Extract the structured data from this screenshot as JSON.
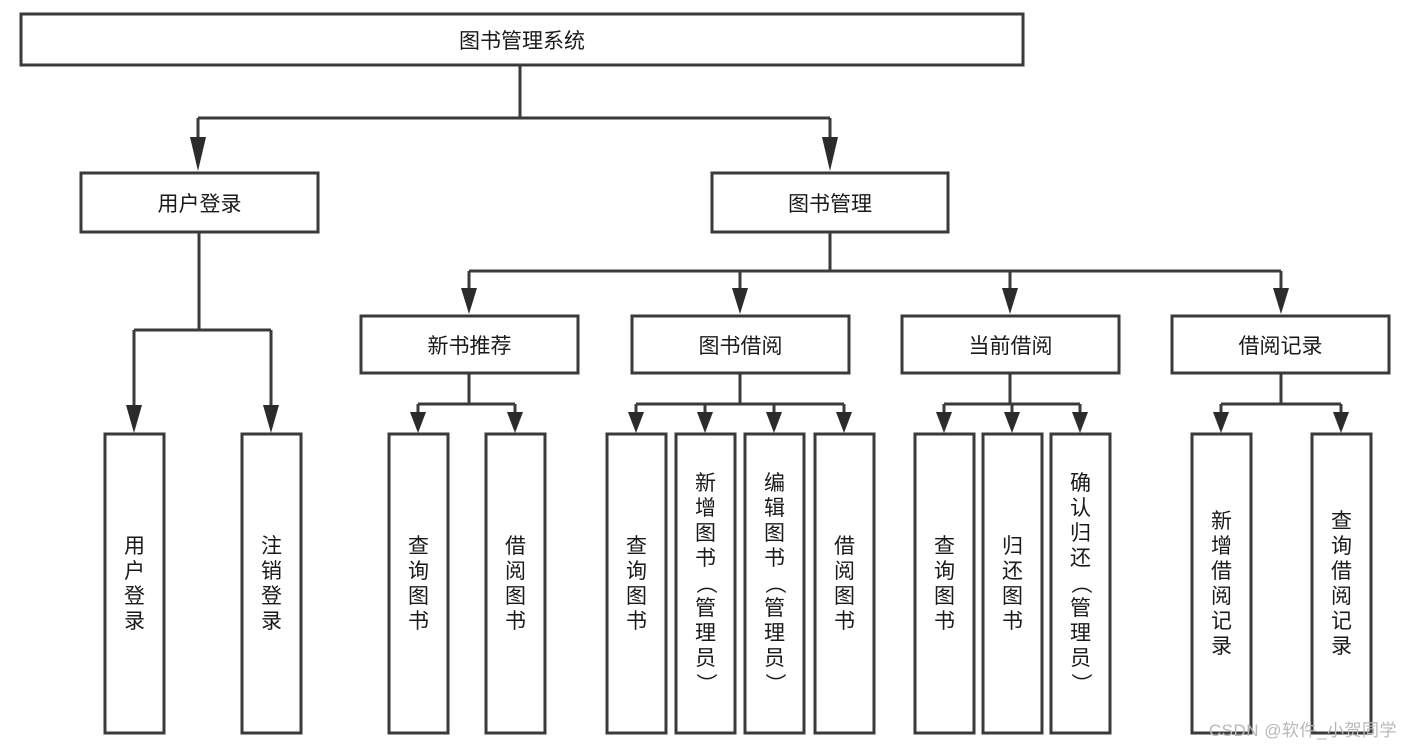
{
  "diagram": {
    "title": "图书管理系统",
    "type": "hierarchy-tree",
    "watermark": "CSDN @软件_小贺同学",
    "colors": {
      "background": "#ffffff",
      "box_border": "#3a3a3a",
      "box_fill": "#ffffff",
      "connector": "#3a3a3a",
      "text": "#1a1a1a",
      "watermark_text": "#b8b8b8"
    },
    "root": {
      "id": "root",
      "label": "图书管理系统",
      "orientation": "horizontal"
    },
    "level2": [
      {
        "id": "user-login",
        "label": "用户登录",
        "orientation": "horizontal"
      },
      {
        "id": "book-manage",
        "label": "图书管理",
        "orientation": "horizontal"
      }
    ],
    "level3": [
      {
        "id": "new-book-recommend",
        "label": "新书推荐",
        "orientation": "horizontal",
        "parent": "book-manage"
      },
      {
        "id": "book-borrow",
        "label": "图书借阅",
        "orientation": "horizontal",
        "parent": "book-manage"
      },
      {
        "id": "current-borrow",
        "label": "当前借阅",
        "orientation": "horizontal",
        "parent": "book-manage"
      },
      {
        "id": "borrow-record",
        "label": "借阅记录",
        "orientation": "horizontal",
        "parent": "book-manage"
      }
    ],
    "leaves": [
      {
        "id": "leaf-user-login",
        "label": "用户登录",
        "orientation": "vertical",
        "parent": "user-login"
      },
      {
        "id": "leaf-user-logout",
        "label": "注销登录",
        "orientation": "vertical",
        "parent": "user-login"
      },
      {
        "id": "leaf-query-book-1",
        "label": "查询图书",
        "orientation": "vertical",
        "parent": "new-book-recommend"
      },
      {
        "id": "leaf-borrow-book-1",
        "label": "借阅图书",
        "orientation": "vertical",
        "parent": "new-book-recommend"
      },
      {
        "id": "leaf-query-book-2",
        "label": "查询图书",
        "orientation": "vertical",
        "parent": "book-borrow"
      },
      {
        "id": "leaf-add-book",
        "label": "新增图书（管理员）",
        "orientation": "vertical",
        "parent": "book-borrow"
      },
      {
        "id": "leaf-edit-book",
        "label": "编辑图书（管理员）",
        "orientation": "vertical",
        "parent": "book-borrow"
      },
      {
        "id": "leaf-borrow-book-2",
        "label": "借阅图书",
        "orientation": "vertical",
        "parent": "book-borrow"
      },
      {
        "id": "leaf-query-book-3",
        "label": "查询图书",
        "orientation": "vertical",
        "parent": "current-borrow"
      },
      {
        "id": "leaf-return-book",
        "label": "归还图书",
        "orientation": "vertical",
        "parent": "current-borrow"
      },
      {
        "id": "leaf-confirm-return",
        "label": "确认归还（管理员）",
        "orientation": "vertical",
        "parent": "current-borrow"
      },
      {
        "id": "leaf-add-record",
        "label": "新增借阅记录",
        "orientation": "vertical",
        "parent": "borrow-record"
      },
      {
        "id": "leaf-query-record",
        "label": "查询借阅记录",
        "orientation": "vertical",
        "parent": "borrow-record"
      }
    ]
  }
}
